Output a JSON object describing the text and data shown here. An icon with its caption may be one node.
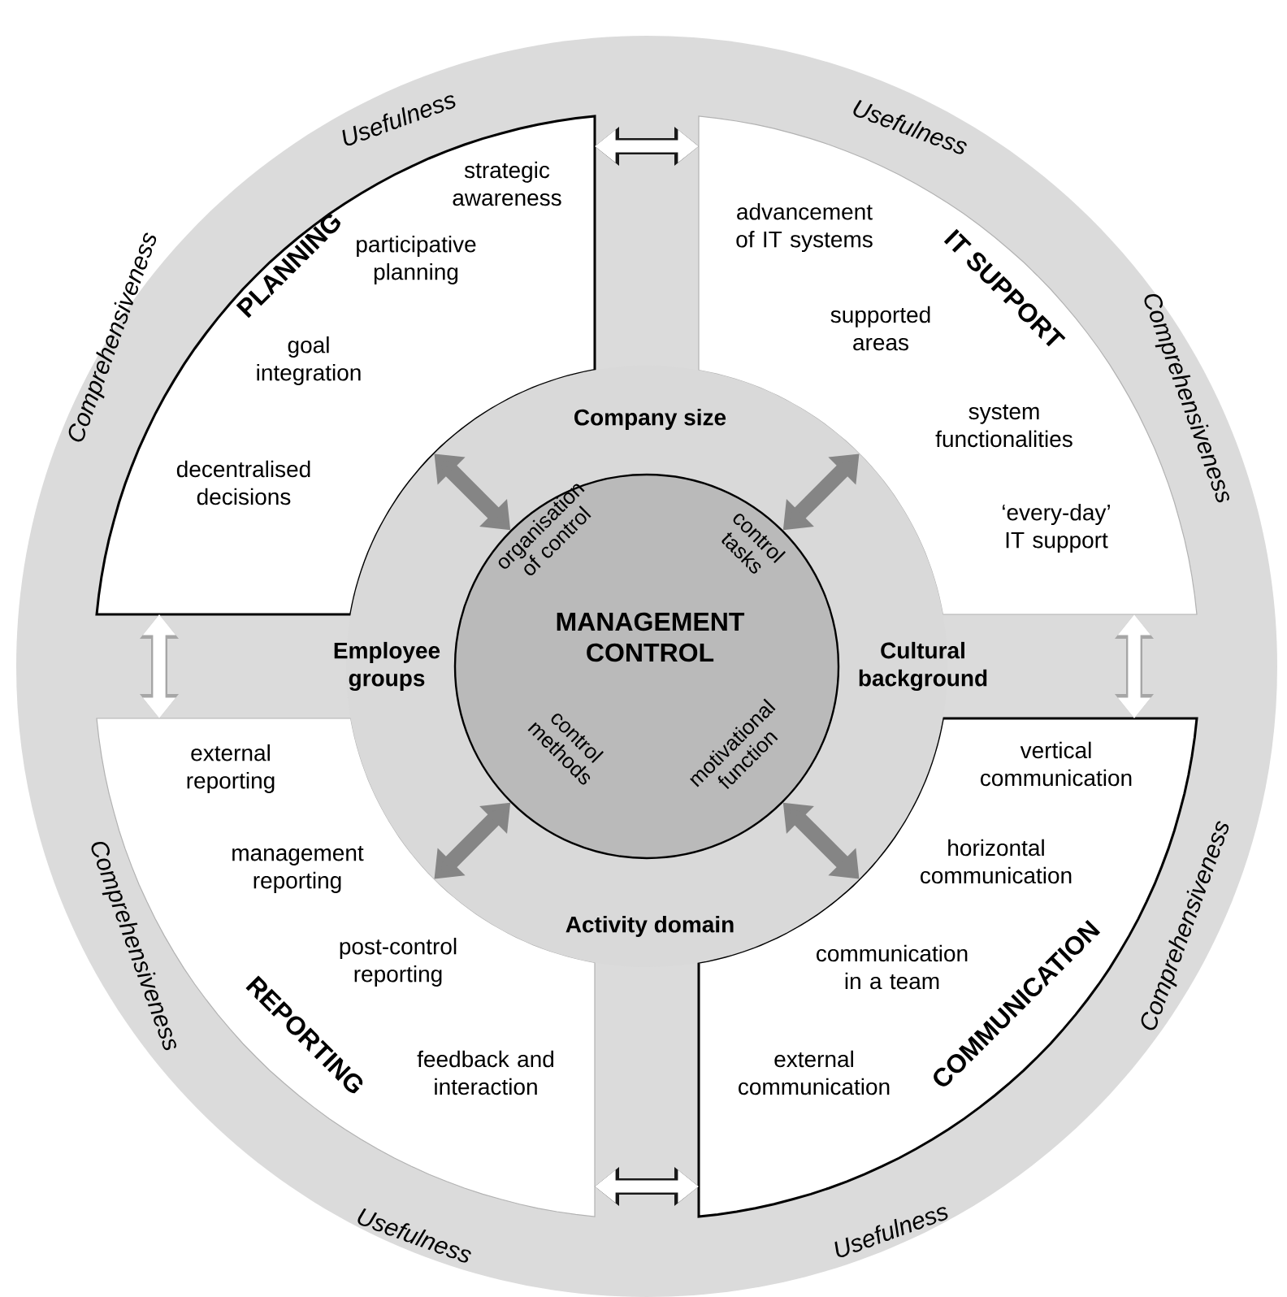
{
  "diagram": {
    "nodes": [
      {
        "text": [],
        "shape": "circle"
      },
      {
        "text": [
          "PLANNING",
          "strategic awareness",
          "participative planning",
          "goal integration",
          "decentralised decisions"
        ],
        "beside": [
          "Usefulness",
          "Comprehensiveness"
        ],
        "in": 0
      },
      {
        "text": [
          "IT SUPPORT",
          "advancement of IT systems",
          "supported areas",
          "system functionalities",
          "‘every-day’ IT support"
        ],
        "beside": [
          "Usefulness",
          "Comprehensiveness"
        ],
        "in": 0
      },
      {
        "text": [
          "REPORTING",
          "external reporting",
          "management reporting",
          "post-control reporting",
          "feedback and interaction"
        ],
        "beside": [
          "Comprehensiveness",
          "Usefulness"
        ],
        "in": 0
      },
      {
        "text": [
          "COMMUNICATION",
          "vertical communication",
          "horizontal communication",
          "communication in a team",
          "external communication"
        ],
        "beside": [
          "Comprehensiveness",
          "Usefulness"
        ],
        "in": 0
      },
      {
        "text": [
          "Company size",
          "Employee groups",
          "Cultural background",
          "Activity domain"
        ],
        "in": 0
      },
      {
        "text": [
          "MANAGEMENT CONTROL",
          "organisation of control",
          "control tasks",
          "control methods",
          "motivational function"
        ],
        "in": 5
      }
    ],
    "edges": [
      {
        "from": 1,
        "to": 2,
        "arrow": "both",
        "color": "#ffffff"
      },
      {
        "from": 1,
        "to": 3,
        "arrow": "both",
        "color": "#ffffff"
      },
      {
        "from": 2,
        "to": 4,
        "arrow": "both",
        "color": "#ffffff"
      },
      {
        "from": 3,
        "to": 4,
        "arrow": "both",
        "color": "#ffffff"
      },
      {
        "from": 6,
        "to": 1,
        "arrow": "both",
        "color": "#858585"
      },
      {
        "from": 6,
        "to": 2,
        "arrow": "both",
        "color": "#858585"
      },
      {
        "from": 6,
        "to": 3,
        "arrow": "both",
        "color": "#858585"
      },
      {
        "from": 6,
        "to": 4,
        "arrow": "both",
        "color": "#858585"
      }
    ]
  }
}
